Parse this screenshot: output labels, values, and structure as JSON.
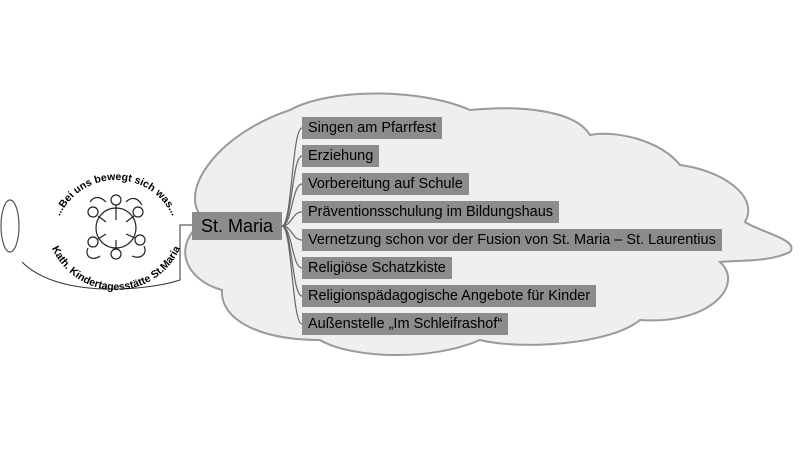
{
  "mindmap": {
    "center": "St. Maria",
    "branches": [
      "Singen am Pfarrfest",
      " Erziehung",
      "Vorbereitung auf Schule",
      "Präventionsschulung im Bildungshaus",
      " Vernetzung schon vor der Fusion von St. Maria – St. Laurentius",
      "Religiöse Schatzkiste",
      "Religionspädagogische Angebote für Kinder",
      "Außenstelle „Im Schleifrashof“"
    ]
  },
  "logo": {
    "text_top": "...Bei uns bewegt sich was...",
    "text_bottom": "Kath. Kindertagesstätte St.Maria"
  },
  "colors": {
    "node_fill": "#8c8c8c",
    "cloud_fill": "#efefef",
    "outline": "#9a9a9a"
  }
}
